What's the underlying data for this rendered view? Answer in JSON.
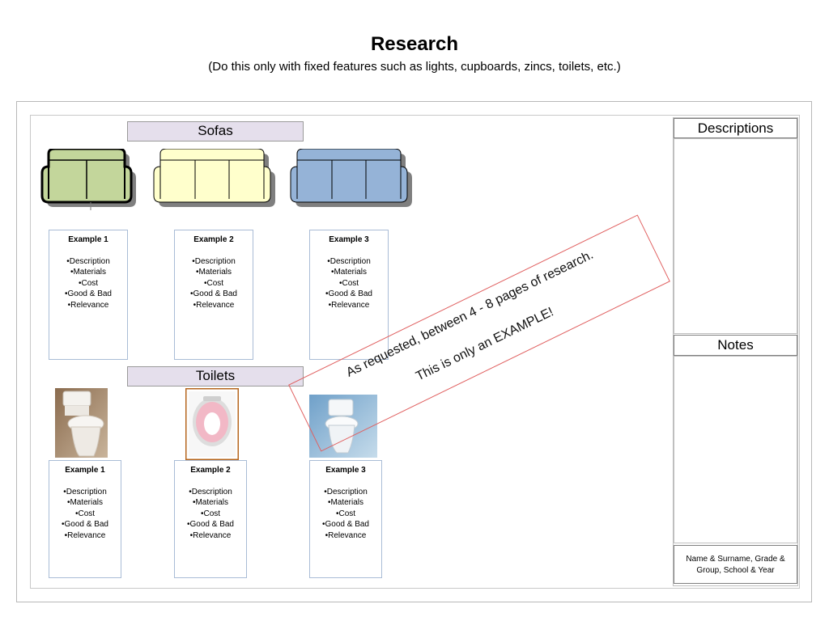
{
  "header": {
    "title": "Research",
    "subtitle": "(Do this only with fixed features such as lights, cupboards, zincs, toilets, etc.)"
  },
  "sections": {
    "sofas": "Sofas",
    "toilets": "Toilets"
  },
  "sofa_colors": [
    "#c3d69b",
    "#ffffcc",
    "#95b3d7"
  ],
  "sofa_cards": [
    {
      "title": "Example 1",
      "items": [
        "•Description",
        "•Materials",
        "•Cost",
        "•Good & Bad",
        "•Relevance"
      ]
    },
    {
      "title": "Example 2",
      "items": [
        "•Description",
        "•Materials",
        "•Cost",
        "•Good & Bad",
        "•Relevance"
      ]
    },
    {
      "title": "Example 3",
      "items": [
        "•Description",
        "•Materials",
        "•Cost",
        "•Good & Bad",
        "•Relevance"
      ]
    }
  ],
  "toilet_cards": [
    {
      "title": "Example 1",
      "items": [
        "•Description",
        "•Materials",
        "•Cost",
        "•Good & Bad",
        "•Relevance"
      ]
    },
    {
      "title": "Example 2",
      "items": [
        "•Description",
        "•Materials",
        "•Cost",
        "•Good & Bad",
        "•Relevance"
      ]
    },
    {
      "title": "Example 3",
      "items": [
        "•Description",
        "•Materials",
        "•Cost",
        "•Good & Bad",
        "•Relevance"
      ]
    }
  ],
  "right_panel": {
    "descriptions": "Descriptions",
    "notes": "Notes",
    "name_line1": "Name & Surname, Grade &",
    "name_line2": "Group, School & Year"
  },
  "annotation": {
    "line1": "As requested, between 4 - 8 pages of research.",
    "line2": "This is only an EXAMPLE!"
  }
}
